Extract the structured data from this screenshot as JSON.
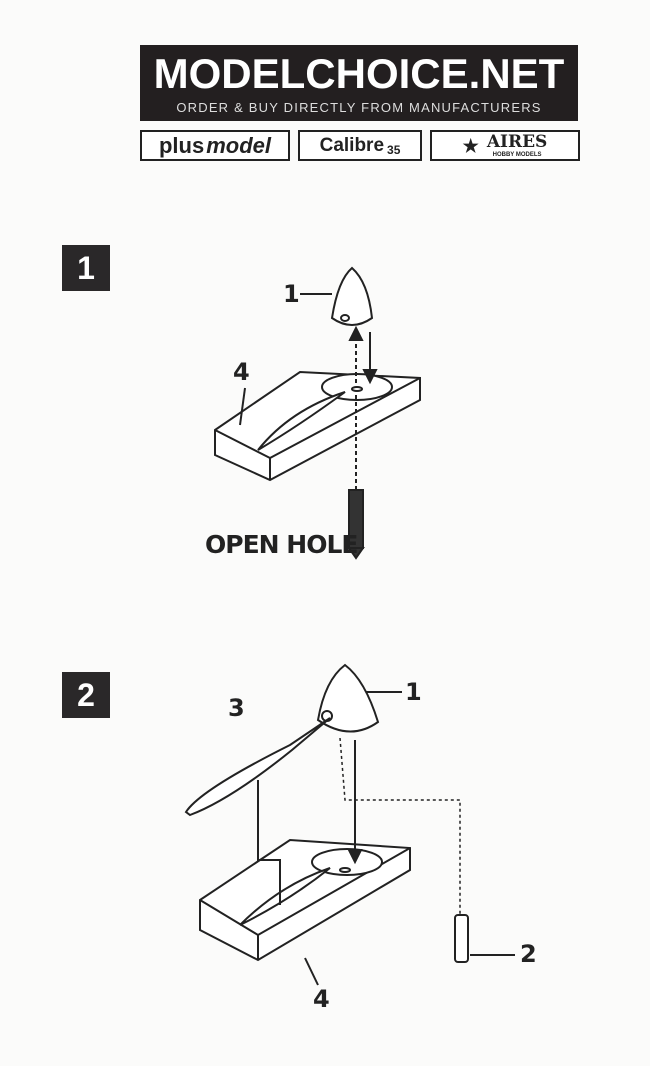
{
  "header": {
    "brand": "MODELCHOICE.NET",
    "tagline": "ORDER & BUY DIRECTLY FROM MANUFACTURERS",
    "logos": {
      "plusmodel_a": "plus",
      "plusmodel_b": "model",
      "calibre": "Calibre",
      "calibre_num": "35",
      "aires": "AIRES",
      "aires_sub": "HOBBY MODELS"
    }
  },
  "steps": [
    {
      "number": "1",
      "labels": {
        "spinner": "1",
        "base": "4"
      },
      "note": "OPEN HOLE"
    },
    {
      "number": "2",
      "labels": {
        "tool": "3",
        "spinner": "1",
        "pin": "2",
        "base": "4"
      }
    }
  ]
}
